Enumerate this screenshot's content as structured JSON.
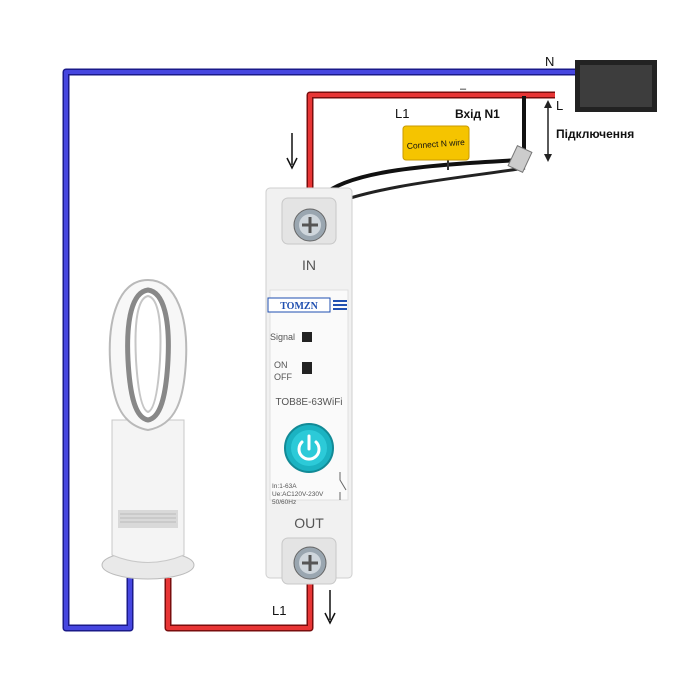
{
  "labels": {
    "neutral": "N",
    "neutral_dash": "–",
    "line_top": "L1",
    "input_n1": "Вхід N1",
    "line_L": "L",
    "connection": "Підключення",
    "line_bottom": "L1"
  },
  "capacitor": {
    "text": "Connect N wire",
    "color": "#f5c400"
  },
  "breaker": {
    "brand": "TOMZN",
    "in_label": "IN",
    "out_label": "OUT",
    "signal_label": "Signal",
    "on_label": "ON",
    "off_label": "OFF",
    "model": "TOB8E-63WiFi",
    "spec_current": "In:1-63A",
    "spec_voltage": "Ue:AC120V-230V",
    "spec_freq": "50/60Hz",
    "button_color": "#1bb3c2"
  },
  "colors": {
    "neutral_wire": "#3a3ad6",
    "live_wire": "#e03030",
    "supply_box": "#3d3d3d"
  },
  "icons": {
    "power": "power-icon",
    "arrow_in": "arrow-down-icon",
    "arrow_out": "arrow-down-icon"
  }
}
